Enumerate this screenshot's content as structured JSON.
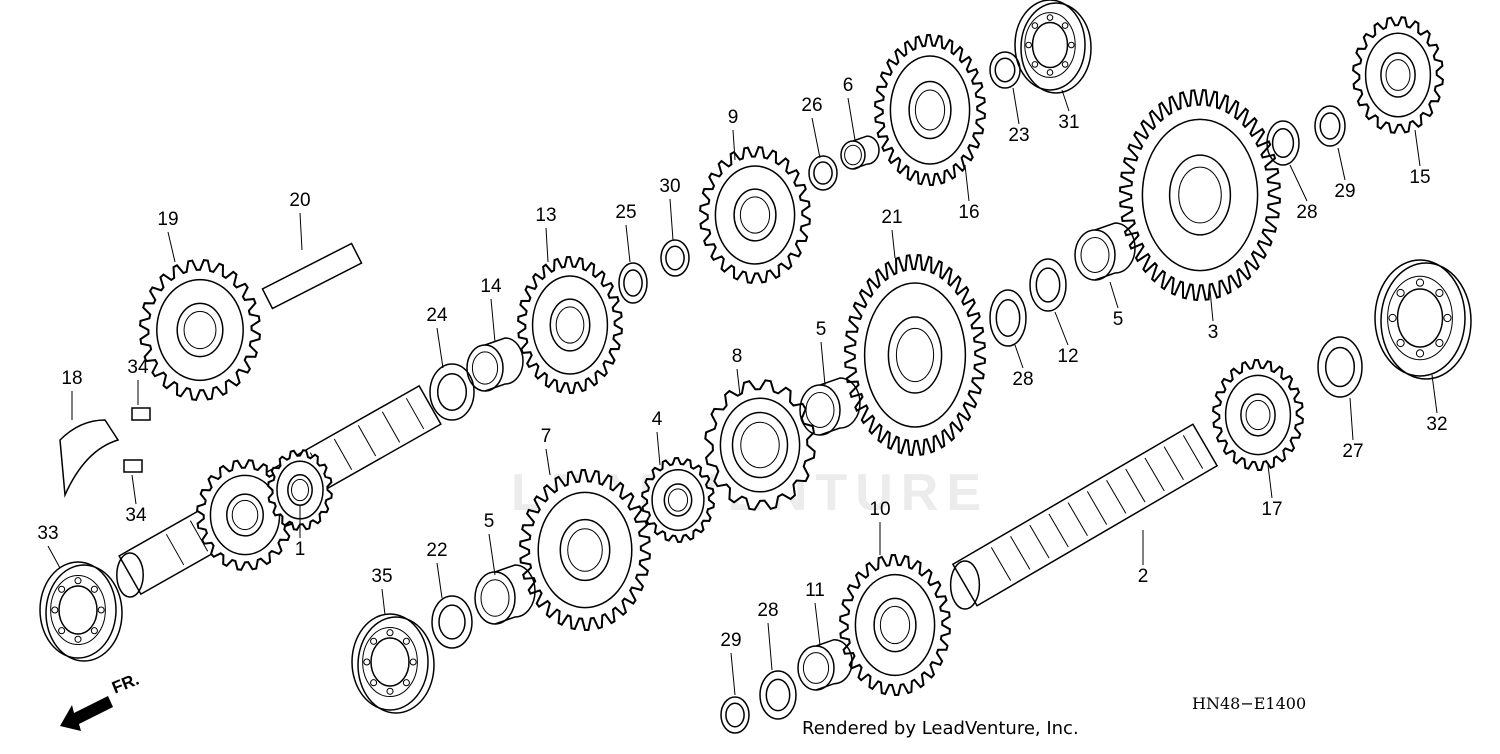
{
  "diagram": {
    "code": "HN48−E1400",
    "credit": "Rendered by LeadVenture, Inc.",
    "front_marker": "FR.",
    "watermark": "LEADVENTURE",
    "callouts": [
      {
        "id": "c1",
        "label": "1"
      },
      {
        "id": "c2",
        "label": "2"
      },
      {
        "id": "c3",
        "label": "3"
      },
      {
        "id": "c4",
        "label": "4"
      },
      {
        "id": "c5a",
        "label": "5"
      },
      {
        "id": "c5b",
        "label": "5"
      },
      {
        "id": "c5c",
        "label": "5"
      },
      {
        "id": "c6",
        "label": "6"
      },
      {
        "id": "c7",
        "label": "7"
      },
      {
        "id": "c8",
        "label": "8"
      },
      {
        "id": "c9",
        "label": "9"
      },
      {
        "id": "c10",
        "label": "10"
      },
      {
        "id": "c11",
        "label": "11"
      },
      {
        "id": "c12",
        "label": "12"
      },
      {
        "id": "c13",
        "label": "13"
      },
      {
        "id": "c14",
        "label": "14"
      },
      {
        "id": "c15",
        "label": "15"
      },
      {
        "id": "c16",
        "label": "16"
      },
      {
        "id": "c17",
        "label": "17"
      },
      {
        "id": "c18",
        "label": "18"
      },
      {
        "id": "c19",
        "label": "19"
      },
      {
        "id": "c20",
        "label": "20"
      },
      {
        "id": "c21",
        "label": "21"
      },
      {
        "id": "c22",
        "label": "22"
      },
      {
        "id": "c23",
        "label": "23"
      },
      {
        "id": "c24",
        "label": "24"
      },
      {
        "id": "c25",
        "label": "25"
      },
      {
        "id": "c26",
        "label": "26"
      },
      {
        "id": "c27",
        "label": "27"
      },
      {
        "id": "c28a",
        "label": "28"
      },
      {
        "id": "c28b",
        "label": "28"
      },
      {
        "id": "c28c",
        "label": "28"
      },
      {
        "id": "c29a",
        "label": "29"
      },
      {
        "id": "c29b",
        "label": "29"
      },
      {
        "id": "c30",
        "label": "30"
      },
      {
        "id": "c31",
        "label": "31"
      },
      {
        "id": "c32",
        "label": "32"
      },
      {
        "id": "c33",
        "label": "33"
      },
      {
        "id": "c34a",
        "label": "34"
      },
      {
        "id": "c34b",
        "label": "34"
      },
      {
        "id": "c35",
        "label": "35"
      }
    ]
  }
}
